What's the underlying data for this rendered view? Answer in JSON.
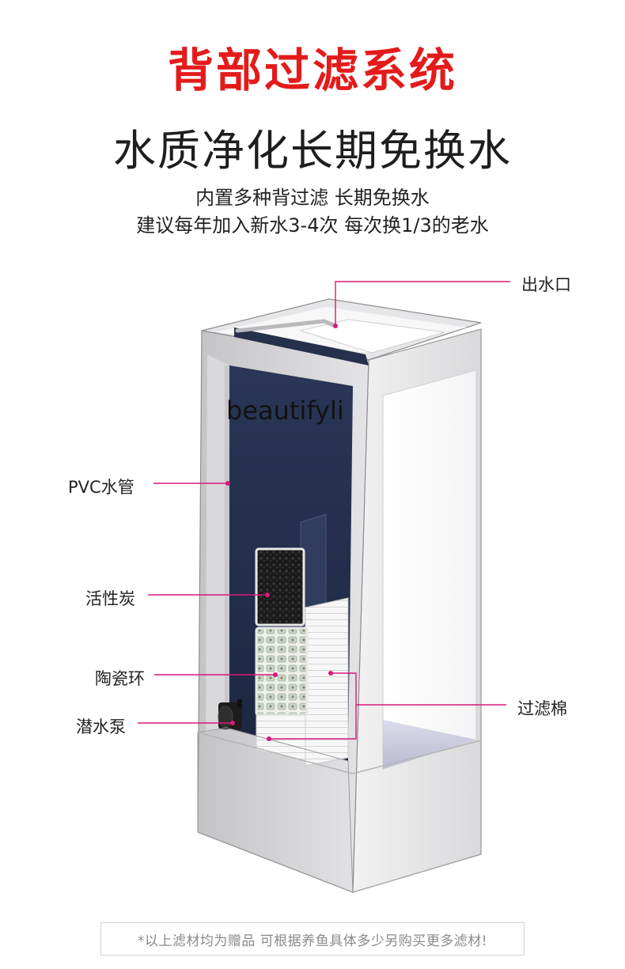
{
  "header": {
    "title": "背部过滤系统",
    "subtitle": "水质净化长期免换水",
    "line1": "内置多种背过滤 长期免换水",
    "line2": "建议每年加入新水3-4次 每次换1/3的老水"
  },
  "watermark": "beautifyli",
  "labels": {
    "outlet": "出水口",
    "pvc_pipe": "PVC水管",
    "activated_carbon": "活性炭",
    "ceramic_ring": "陶瓷环",
    "filter_cotton": "过滤棉",
    "submersible_pump": "潜水泵"
  },
  "footer": {
    "note": "*以上滤材均为赠品 可根据养鱼具体多少另购买更多滤材!"
  },
  "colors": {
    "title_red": "#e41b1b",
    "callout_magenta": "#d8197a",
    "tank_navy": "#24304f"
  }
}
